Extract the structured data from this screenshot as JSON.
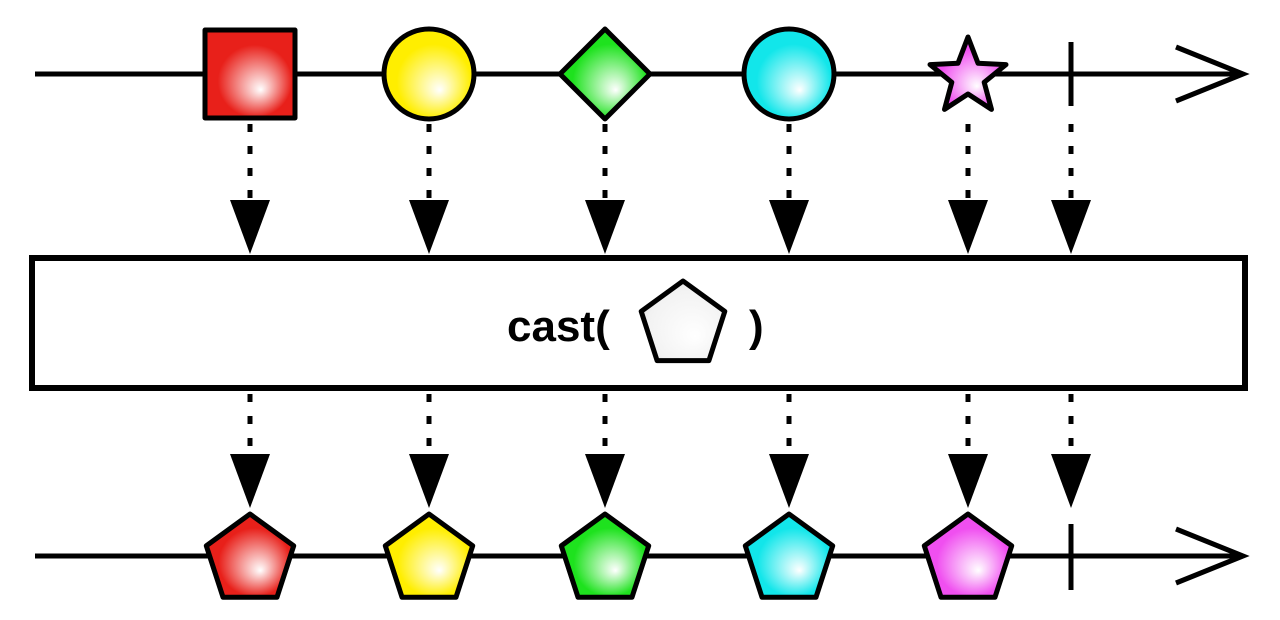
{
  "operator": {
    "name": "cast(",
    "close": ")",
    "target_shape": "pentagon",
    "target_color": "#ffffff"
  },
  "input_stream": {
    "items": [
      {
        "shape": "square",
        "color": "#e8201a"
      },
      {
        "shape": "circle",
        "color": "#ffee00"
      },
      {
        "shape": "diamond",
        "color": "#1ee21e"
      },
      {
        "shape": "circle",
        "color": "#12e6ea"
      },
      {
        "shape": "star",
        "color": "#f04ff0"
      }
    ],
    "terminal": "completion"
  },
  "output_stream": {
    "items": [
      {
        "shape": "pentagon",
        "color": "#e8201a"
      },
      {
        "shape": "pentagon",
        "color": "#ffee00"
      },
      {
        "shape": "pentagon",
        "color": "#1ee21e"
      },
      {
        "shape": "pentagon",
        "color": "#12e6ea"
      },
      {
        "shape": "pentagon",
        "color": "#f04ff0"
      }
    ],
    "terminal": "completion"
  }
}
